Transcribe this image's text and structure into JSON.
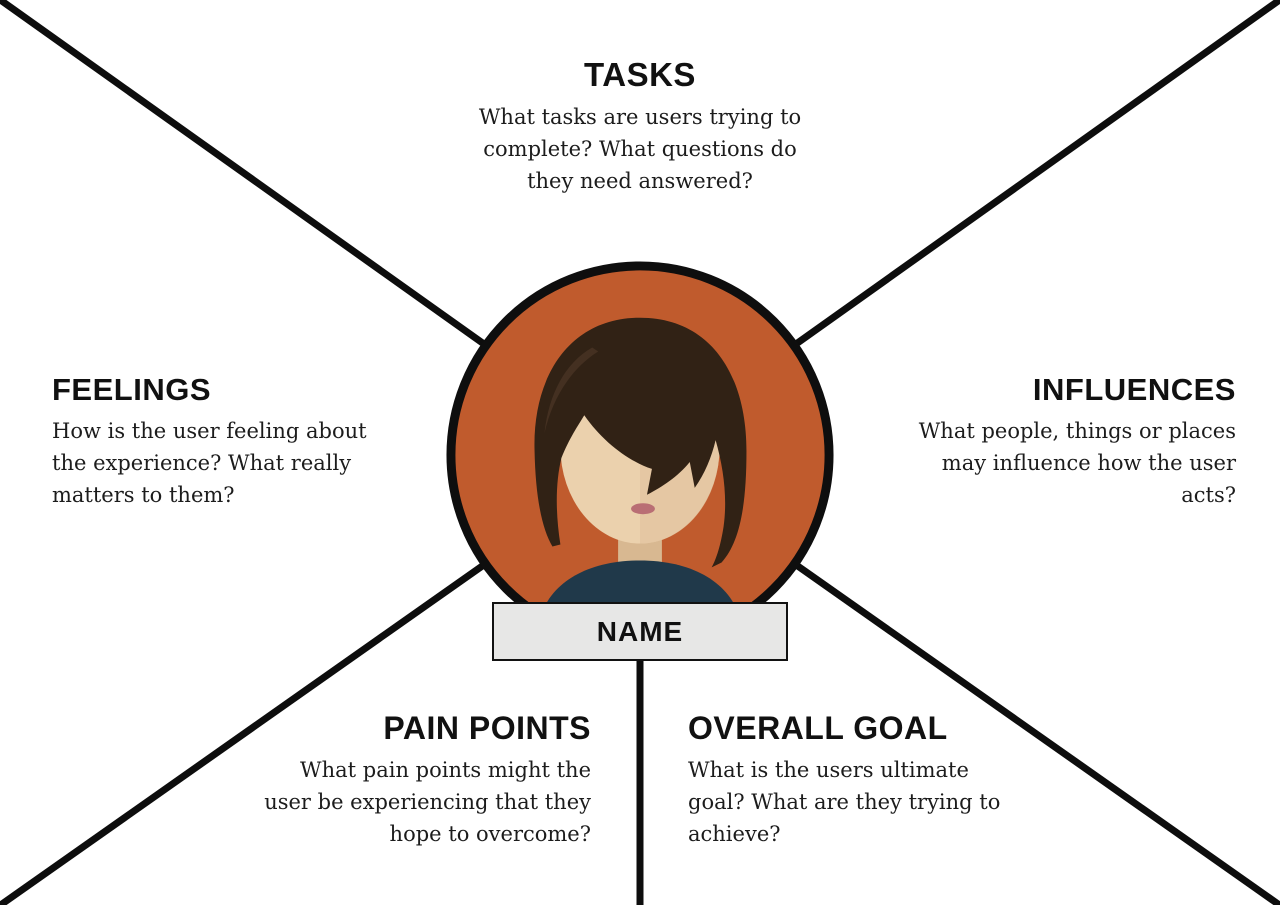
{
  "diagram": {
    "type": "empathy-map",
    "persona": {
      "name": "NAME"
    },
    "sections": {
      "tasks": {
        "title": "TASKS",
        "description": "What tasks are users trying to complete? What questions do they need answered?"
      },
      "feelings": {
        "title": "FEELINGS",
        "description": "How is the user feeling about the experience? What really matters to them?"
      },
      "influences": {
        "title": "INFLUENCES",
        "description": "What people, things or places may influence how the user acts?"
      },
      "pain_points": {
        "title": "PAIN POINTS",
        "description": "What pain points might the user be experiencing that they hope to overcome?"
      },
      "overall_goal": {
        "title": "OVERALL GOAL",
        "description": "What is the users ultimate goal? What are they trying to achieve?"
      }
    },
    "colors": {
      "line_color": "#0d0d0d",
      "avatar_background": "#c05b2d",
      "avatar_hair": "#312215",
      "avatar_hair_highlight": "#4a3524",
      "avatar_skin": "#ebd1ad",
      "avatar_skin_shade": "#e0c09a",
      "avatar_neck": "#d8b891",
      "avatar_shirt": "#20394a",
      "avatar_lips": "#b96e74",
      "name_box_background": "#e7e7e6"
    }
  }
}
